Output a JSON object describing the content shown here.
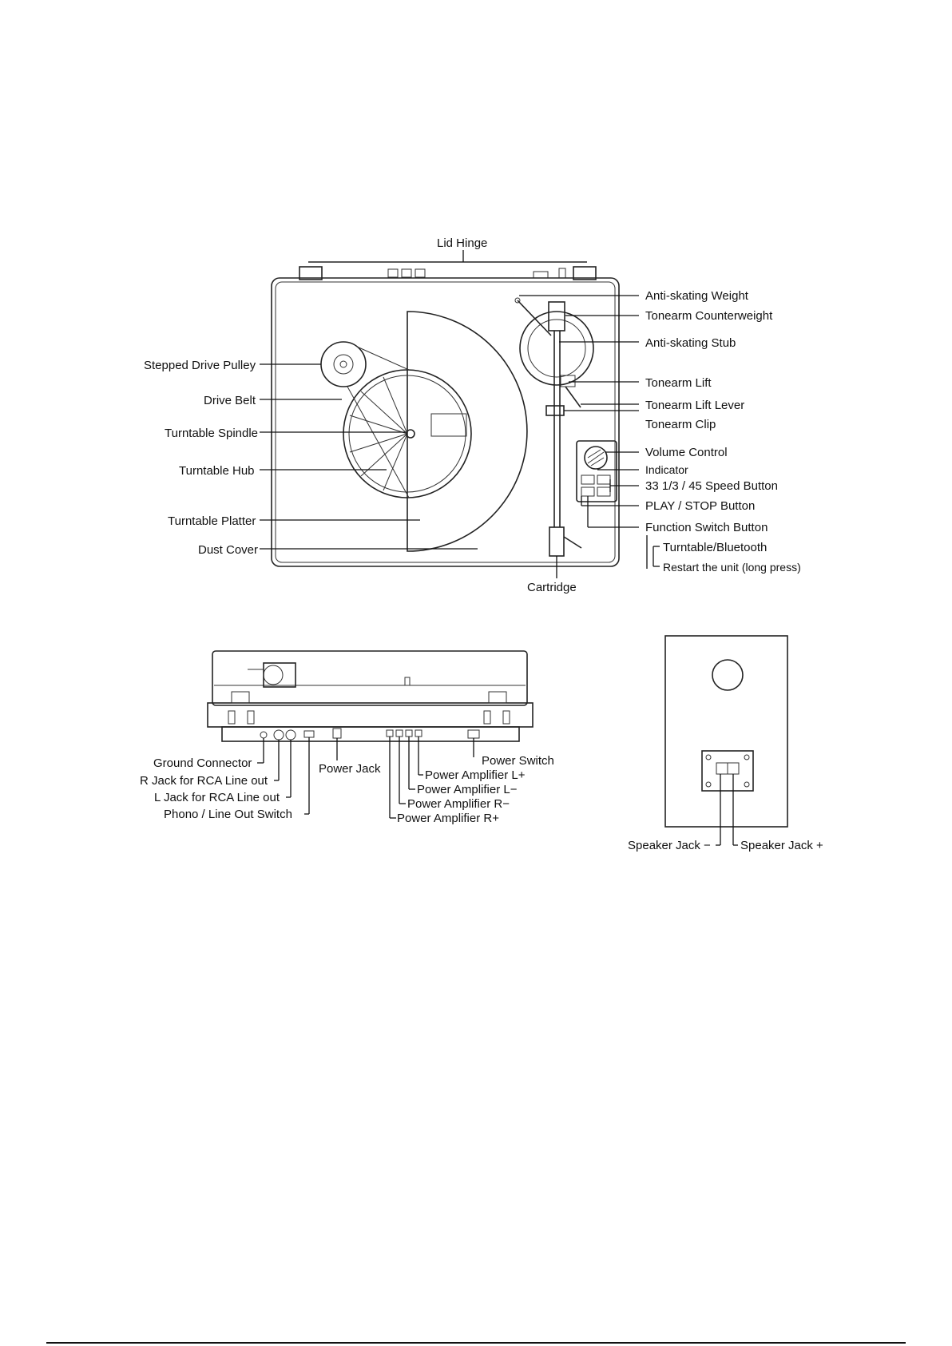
{
  "top_view": {
    "lid_hinge": "Lid Hinge",
    "left_labels": {
      "stepped_drive_pulley": "Stepped Drive Pulley",
      "drive_belt": "Drive Belt",
      "turntable_spindle": "Turntable Spindle",
      "turntable_hub": "Turntable Hub",
      "turntable_platter": "Turntable Platter",
      "dust_cover": "Dust Cover"
    },
    "right_labels": {
      "anti_skating_weight": "Anti-skating Weight",
      "tonearm_counterweight": "Tonearm Counterweight",
      "anti_skating_stub": "Anti-skating Stub",
      "tonearm_lift": "Tonearm Lift",
      "tonearm_lift_lever": "Tonearm Lift Lever",
      "tonearm_clip": "Tonearm Clip",
      "volume_control": "Volume Control",
      "indicator": "Indicator",
      "speed_button": "33 1/3 / 45 Speed Button",
      "play_stop_button": "PLAY / STOP Button",
      "function_switch_button": "Function Switch Button",
      "turntable_bluetooth": "Turntable/Bluetooth",
      "restart_unit": "Restart the unit (long press)"
    },
    "cartridge": "Cartridge"
  },
  "rear_view": {
    "ground_connector": "Ground Connector",
    "r_jack": "R Jack for RCA Line out",
    "l_jack": "L Jack for RCA Line out",
    "phono_line_switch": "Phono / Line Out Switch",
    "power_jack": "Power Jack",
    "power_switch": "Power Switch",
    "amp_l_plus": "Power Amplifier L+",
    "amp_l_minus": "Power Amplifier L−",
    "amp_r_minus": "Power Amplifier R−",
    "amp_r_plus": "Power Amplifier R+"
  },
  "speaker_view": {
    "jack_minus": "Speaker Jack −",
    "jack_plus": "Speaker Jack +"
  }
}
